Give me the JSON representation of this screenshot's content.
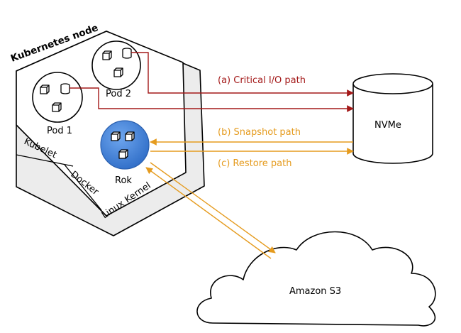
{
  "node": {
    "title": "Kubernetes node",
    "layers": {
      "kubelet": "Kubelet",
      "docker": "Docker",
      "kernel": "Linux Kernel"
    }
  },
  "pods": {
    "pod1": "Pod 1",
    "pod2": "Pod 2",
    "rok": "Rok"
  },
  "targets": {
    "nvme": "NVMe",
    "s3": "Amazon S3"
  },
  "paths": {
    "critical": "(a) Critical I/O path",
    "snapshot": "(b) Snapshot path",
    "restore": "(c) Restore path"
  },
  "colors": {
    "critical": "#a31818",
    "snapshot_restore": "#e59b1e",
    "rok_fill": "#3f7fd6",
    "layer_shade": "#ececec"
  }
}
